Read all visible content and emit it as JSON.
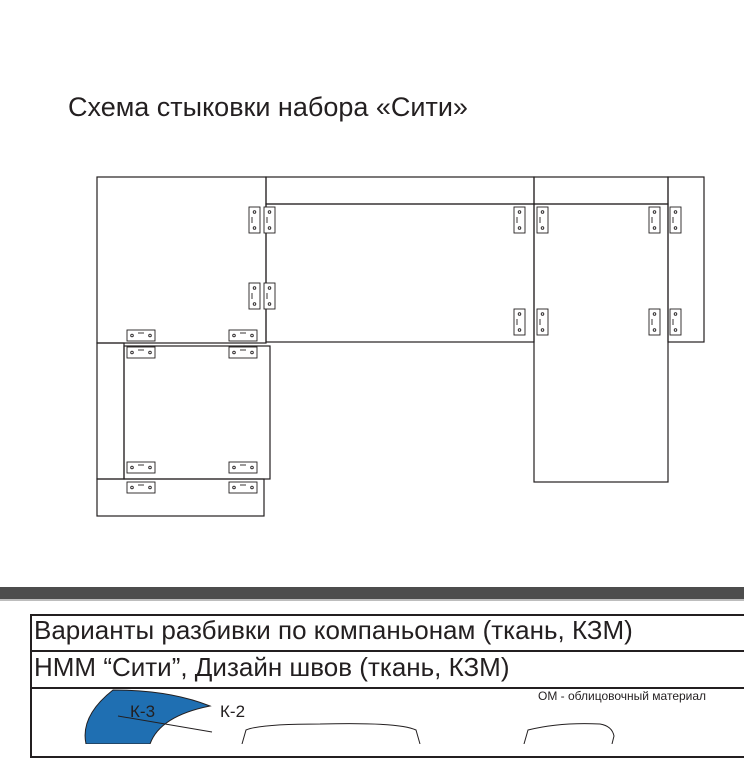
{
  "header": {
    "title": "Схема стыковки набора «Сити»"
  },
  "section": {
    "line1": "Варианты разбивки по компаньонам (ткань, КЗМ)",
    "line2": "НММ “Сити”, Дизайн швов (ткань, КЗМ)",
    "note": "ОМ - облицовочный материал",
    "labels": {
      "k3": "К-3",
      "k2": "К-2"
    }
  },
  "colors": {
    "line": "#231f20",
    "accent": "#1f6fb2",
    "bar": "#4d4d4d"
  }
}
